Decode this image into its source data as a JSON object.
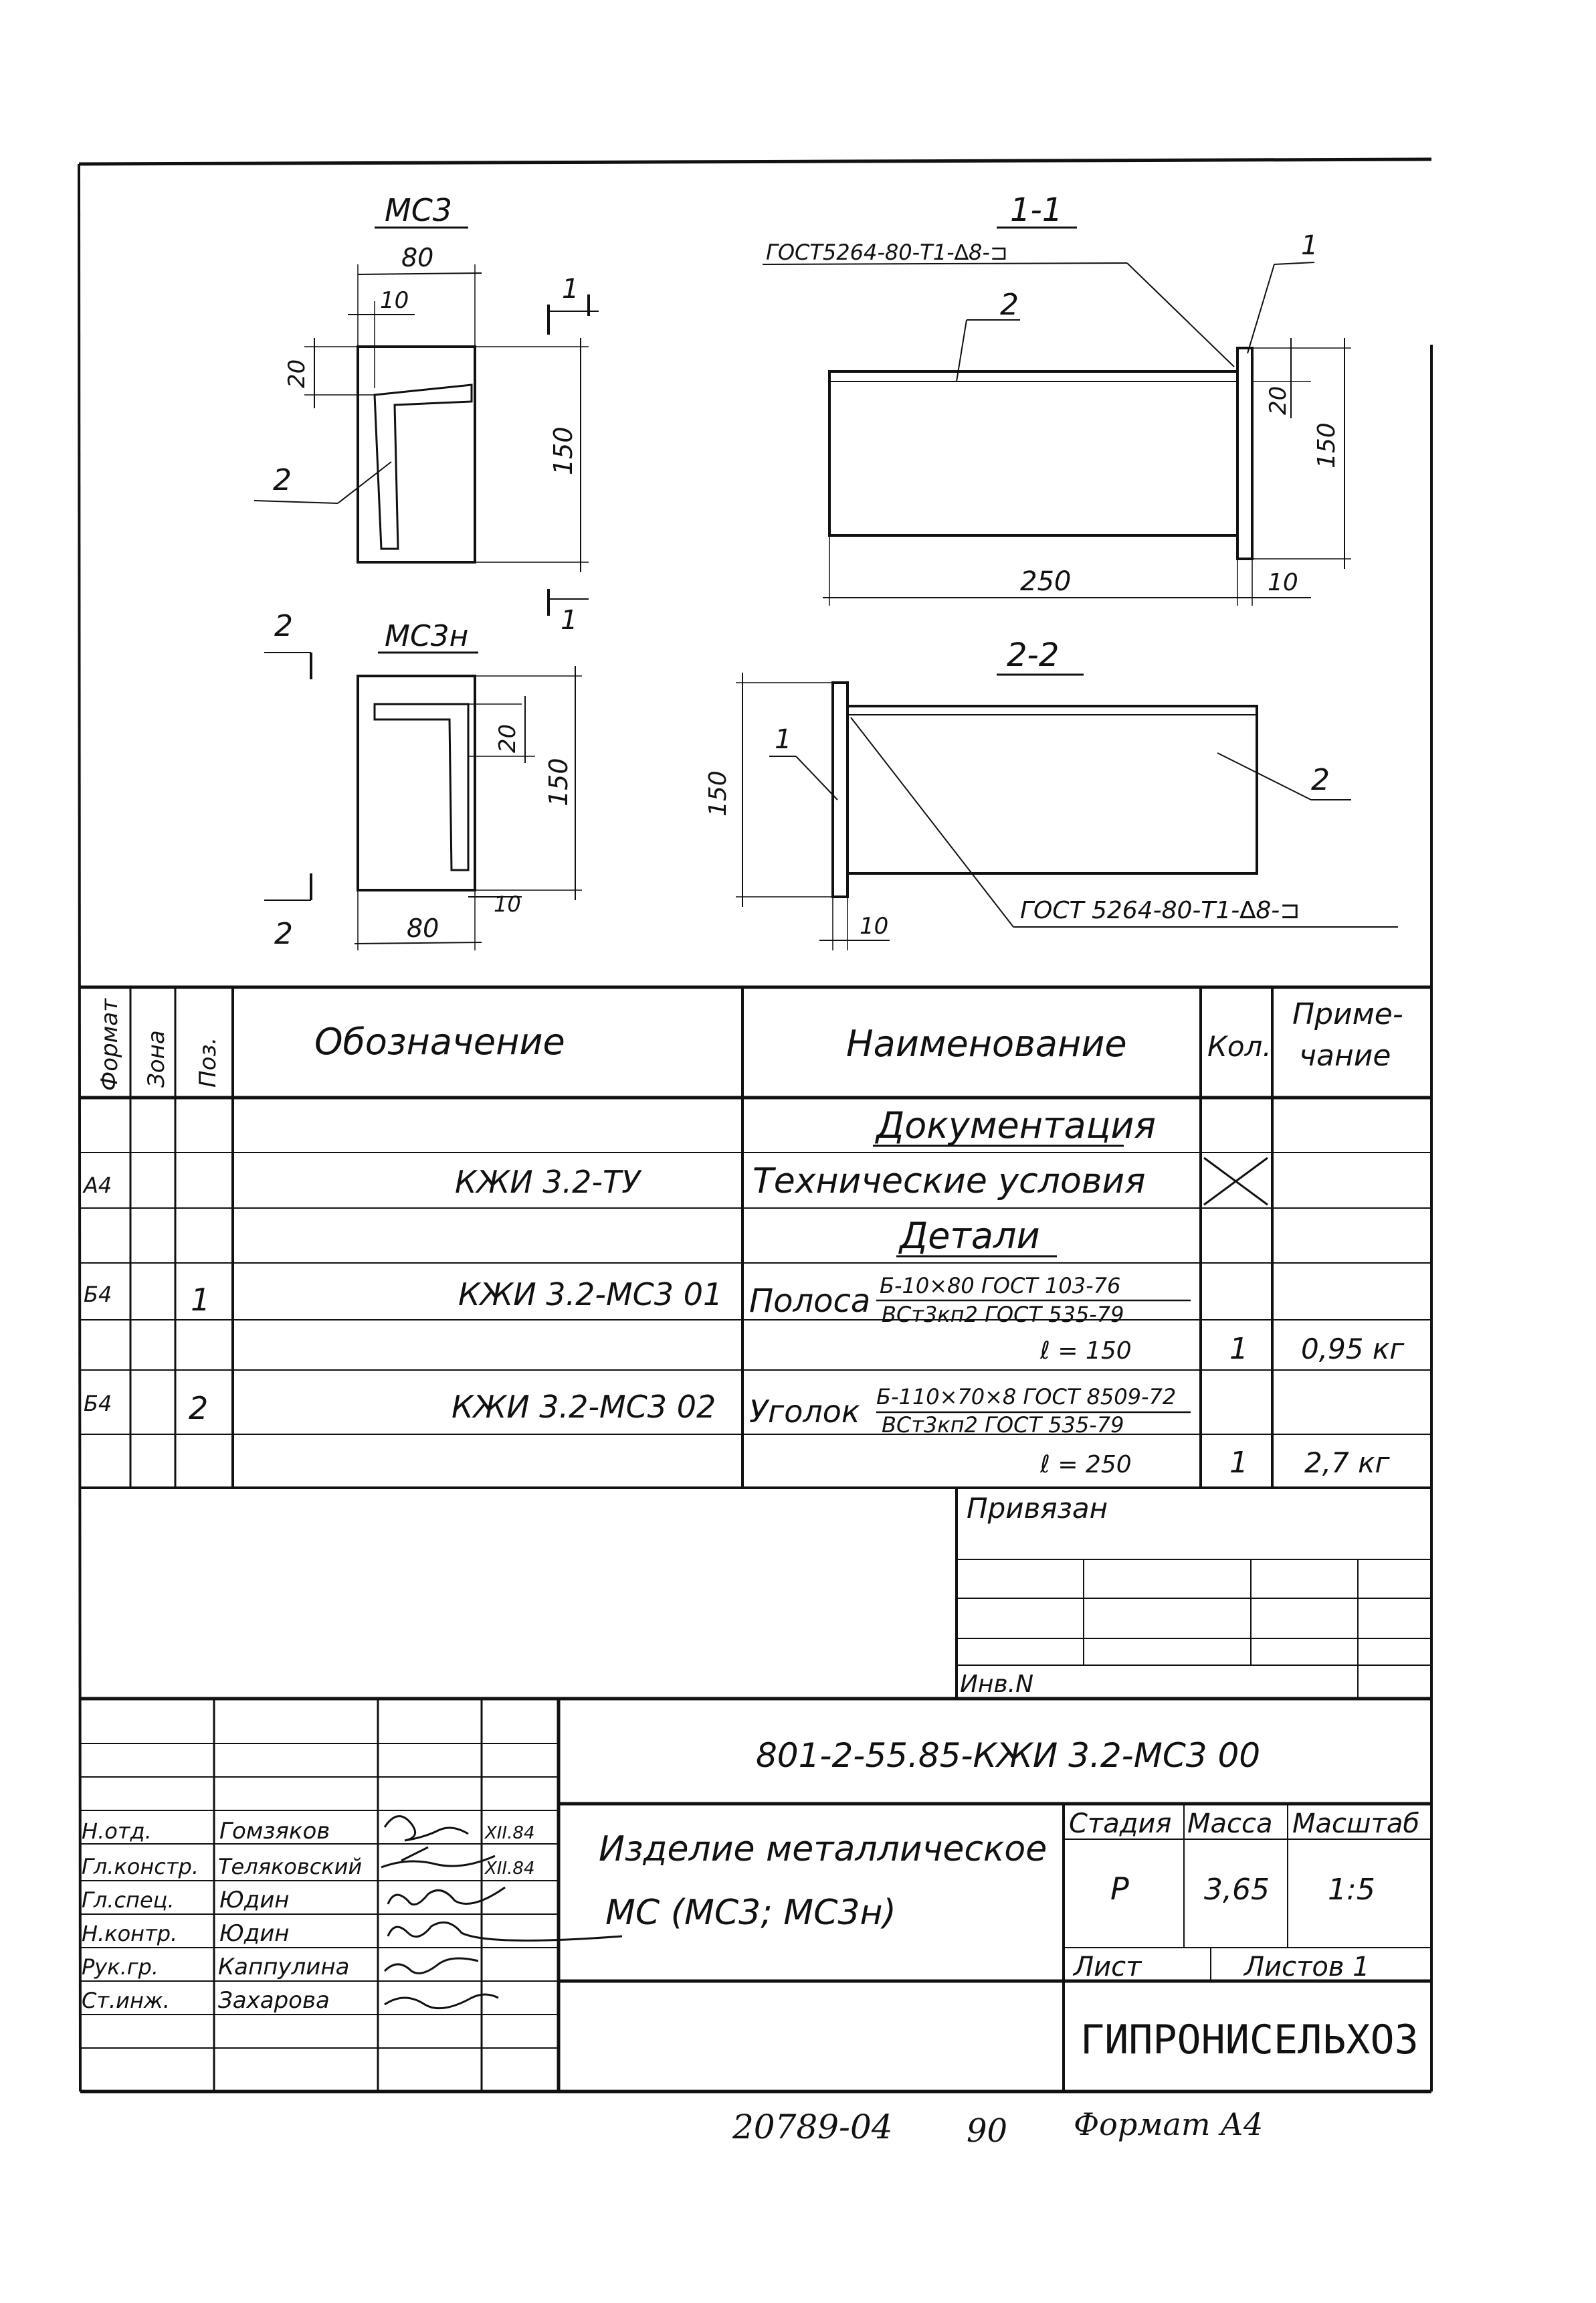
{
  "drawing": {
    "view_ms3": {
      "title": "МС3",
      "dim_width": "80",
      "dim_offset": "10",
      "dim_top": "20",
      "dim_height": "150",
      "pos": "2",
      "section_mark_top": "1",
      "section_mark_bottom": "1"
    },
    "view_ms3n": {
      "title": "МС3н",
      "dim_width": "80",
      "dim_offset": "10",
      "dim_top": "20",
      "dim_height": "150",
      "section_mark_top": "2",
      "section_mark_bottom": "2"
    },
    "section_1_1": {
      "title": "1-1",
      "weld": "ГОСТ5264-80-Т1-∆8-⊐",
      "pos_plate": "1",
      "pos_angle": "2",
      "dim_top": "20",
      "dim_height": "150",
      "dim_length": "250",
      "dim_thickness": "10"
    },
    "section_2_2": {
      "title": "2-2",
      "weld": "ГОСТ 5264-80-Т1-∆8-⊐",
      "pos_plate": "1",
      "pos_angle": "2",
      "dim_height": "150",
      "dim_thickness": "10"
    }
  },
  "spec": {
    "headers": {
      "format": "Формат",
      "zone": "Зона",
      "pos": "Поз.",
      "designation": "Обозначение",
      "name": "Наименование",
      "qty": "Кол.",
      "note_line1": "Приме-",
      "note_line2": "чание"
    },
    "section_docs": "Документация",
    "doc_row": {
      "format": "А4",
      "designation": "КЖИ 3.2-ТУ",
      "name": "Технические условия"
    },
    "section_parts": "Детали",
    "part1": {
      "format": "Б4",
      "pos": "1",
      "designation": "КЖИ 3.2-МС3 01",
      "name": "Полоса",
      "frac_top": "Б-10×80 ГОСТ 103-76",
      "frac_bottom": "ВСт3кп2 ГОСТ 535-79",
      "length": "ℓ = 150",
      "qty": "1",
      "note": "0,95 кг"
    },
    "part2": {
      "format": "Б4",
      "pos": "2",
      "designation": "КЖИ 3.2-МС3 02",
      "name": "Уголок",
      "frac_top": "Б-110×70×8 ГОСТ 8509-72",
      "frac_bottom": "ВСт3кп2 ГОСТ 535-79",
      "length": "ℓ = 250",
      "qty": "1",
      "note": "2,7 кг"
    }
  },
  "binding": {
    "label": "Привязан",
    "inv": "Инв.N"
  },
  "title_block": {
    "code": "801-2-55.85-КЖИ 3.2-МС3 00",
    "name_line1": "Изделие металлическое",
    "name_line2": "МС (МС3; МС3н)",
    "stage_h": "Стадия",
    "mass_h": "Масса",
    "scale_h": "Масштаб",
    "stage": "Р",
    "mass": "3,65",
    "scale": "1:5",
    "sheet": "Лист",
    "sheets": "Листов 1",
    "org": "ГИПРОНИСЕЛЬХОЗ",
    "signers": [
      {
        "role": "Н.отд.",
        "name": "Гомзяков",
        "date": "XII.84"
      },
      {
        "role": "Гл.констр.",
        "name": "Теляковский",
        "date": "XII.84"
      },
      {
        "role": "Гл.спец.",
        "name": "Юдин",
        "date": ""
      },
      {
        "role": "Н.контр.",
        "name": "Юдин",
        "date": ""
      },
      {
        "role": "Рук.гр.",
        "name": "Каппулина",
        "date": ""
      },
      {
        "role": "Ст.инж.",
        "name": "Захарова",
        "date": ""
      }
    ]
  },
  "footer": {
    "number": "20789-04",
    "page": "90",
    "format": "Формат А4"
  }
}
